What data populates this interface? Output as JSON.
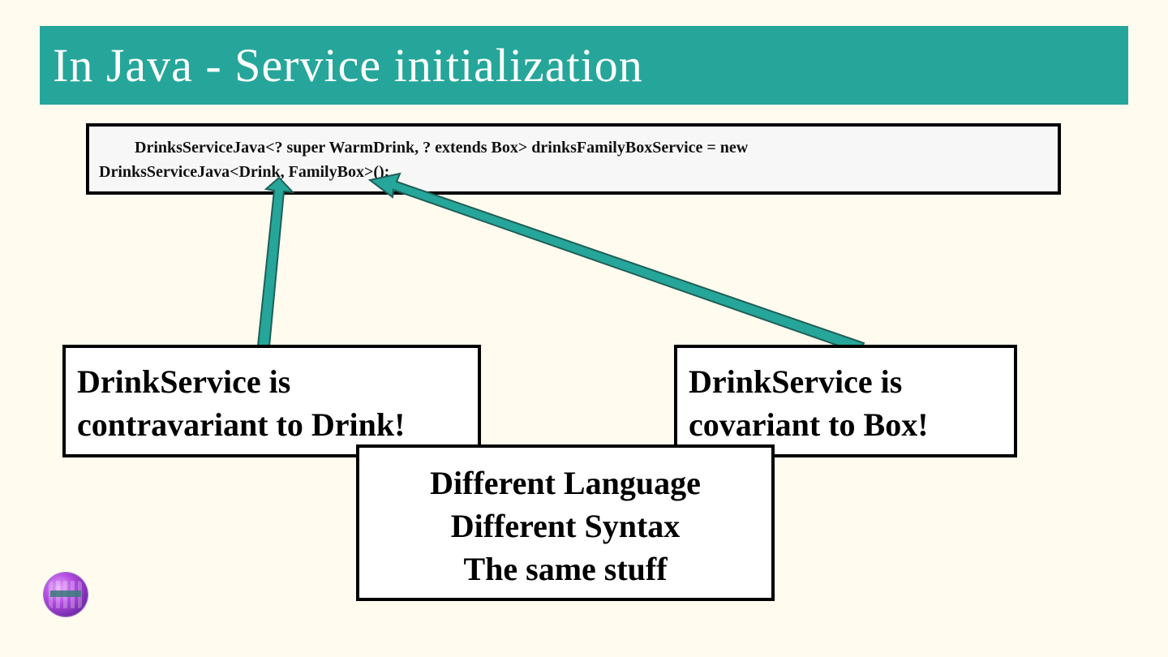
{
  "slide": {
    "title": "In Java - Service initialization"
  },
  "code": {
    "line1": "DrinksServiceJava<? super WarmDrink, ? extends Box> drinksFamilyBoxService = new",
    "line2": "DrinksServiceJava<Drink, FamilyBox>();"
  },
  "callouts": {
    "left": [
      "DrinkService is",
      "contravariant to Drink!"
    ],
    "right": [
      "DrinkService is",
      "covariant to Box!"
    ],
    "center": [
      "Different Language",
      "Different Syntax",
      "The same stuff"
    ]
  },
  "colors": {
    "accent": "#26a69a",
    "arrow_fill": "#26a69a",
    "arrow_stroke": "#1f5f57",
    "background": "#fffbee"
  },
  "icons": {
    "logo": "keyboard-logo-icon"
  }
}
